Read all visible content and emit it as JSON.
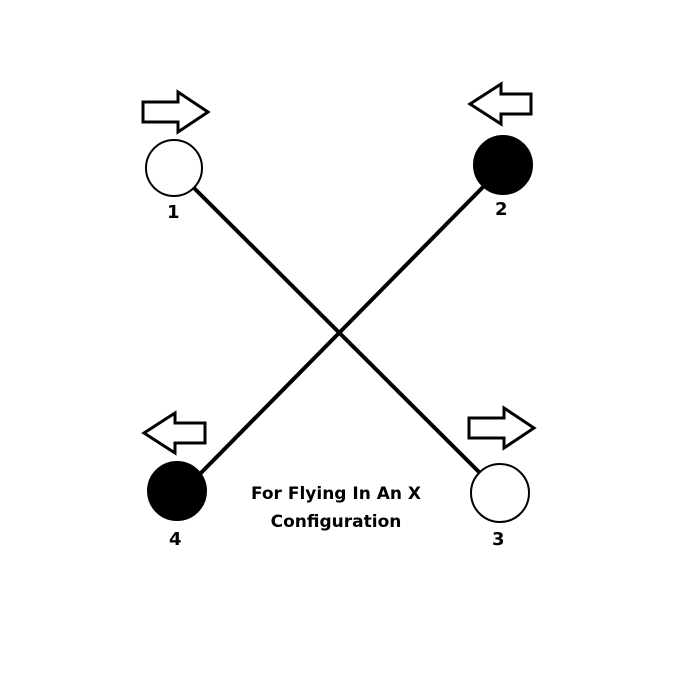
{
  "diagram": {
    "caption": {
      "line1": "For Flying In An X",
      "line2": "Configuration"
    },
    "motors": [
      {
        "id": "motor-1",
        "label": "1",
        "fill": "white",
        "arrow": "right"
      },
      {
        "id": "motor-2",
        "label": "2",
        "fill": "black",
        "arrow": "left"
      },
      {
        "id": "motor-3",
        "label": "3",
        "fill": "white",
        "arrow": "right"
      },
      {
        "id": "motor-4",
        "label": "4",
        "fill": "black",
        "arrow": "left"
      }
    ],
    "colors": {
      "stroke": "#000000",
      "filled": "#000000",
      "empty": "#ffffff",
      "background": "#ffffff"
    }
  }
}
